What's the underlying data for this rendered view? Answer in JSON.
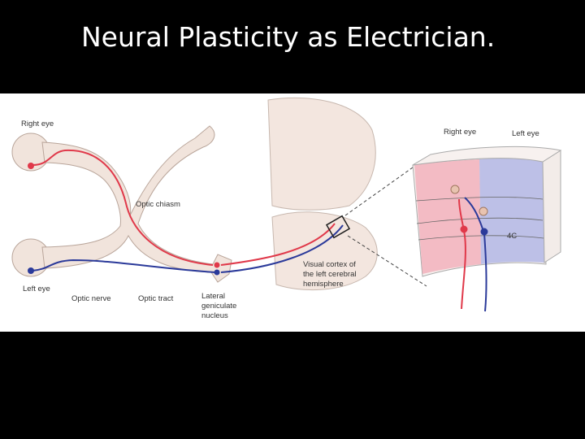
{
  "slide": {
    "title": "Neural Plasticity as Electrician."
  },
  "diagram": {
    "labels": {
      "right_eye": "Right eye",
      "left_eye": "Left eye",
      "optic_chiasm": "Optic chiasm",
      "optic_nerve": "Optic nerve",
      "optic_tract": "Optic tract",
      "lgn_1": "Lateral",
      "lgn_2": "geniculate",
      "lgn_3": "nucleus",
      "cortex_1": "Visual cortex of",
      "cortex_2": "the left cerebral",
      "cortex_3": "hemisphere",
      "inset_right_eye": "Right eye",
      "inset_left_eye": "Left eye",
      "layer": "4C"
    },
    "colors": {
      "right_eye_pathway": "#e0394a",
      "left_eye_pathway": "#2b3a9a",
      "tissue": "#f1e4dc"
    }
  }
}
